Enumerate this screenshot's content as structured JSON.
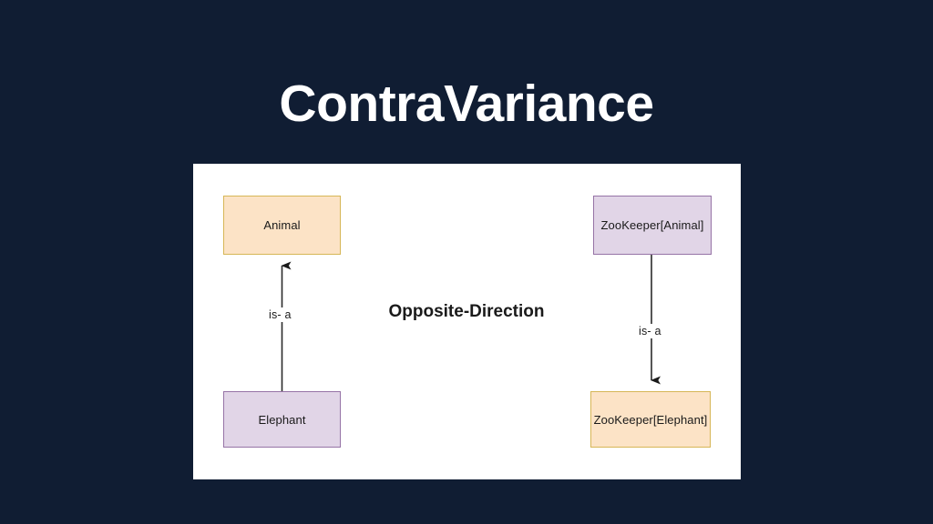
{
  "slide": {
    "title": "ContraVariance",
    "background_color": "#101d33",
    "panel_color": "#ffffff"
  },
  "diagram": {
    "type": "class-relationship",
    "center_label": "Opposite-Direction",
    "colors": {
      "peach_fill": "#fce3c6",
      "peach_border": "#d6b656",
      "lavender_fill": "#e1d5e7",
      "lavender_border": "#9673a6",
      "edge_color": "#2b2b2b",
      "text_color": "#1a1a1a"
    },
    "nodes": [
      {
        "id": "animal",
        "label": "Animal",
        "style": "peach"
      },
      {
        "id": "elephant",
        "label": "Elephant",
        "style": "lavender"
      },
      {
        "id": "zookeeper_animal",
        "label": "ZooKeeper[Animal]",
        "style": "lavender"
      },
      {
        "id": "zookeeper_elephant",
        "label": "ZooKeeper[Elephant]",
        "style": "peach"
      }
    ],
    "edges": [
      {
        "id": "left",
        "label": "is- a",
        "from": "elephant",
        "to": "animal",
        "direction": "up"
      },
      {
        "id": "right",
        "label": "is- a",
        "from": "zookeeper_animal",
        "to": "zookeeper_elephant",
        "direction": "down"
      }
    ]
  }
}
